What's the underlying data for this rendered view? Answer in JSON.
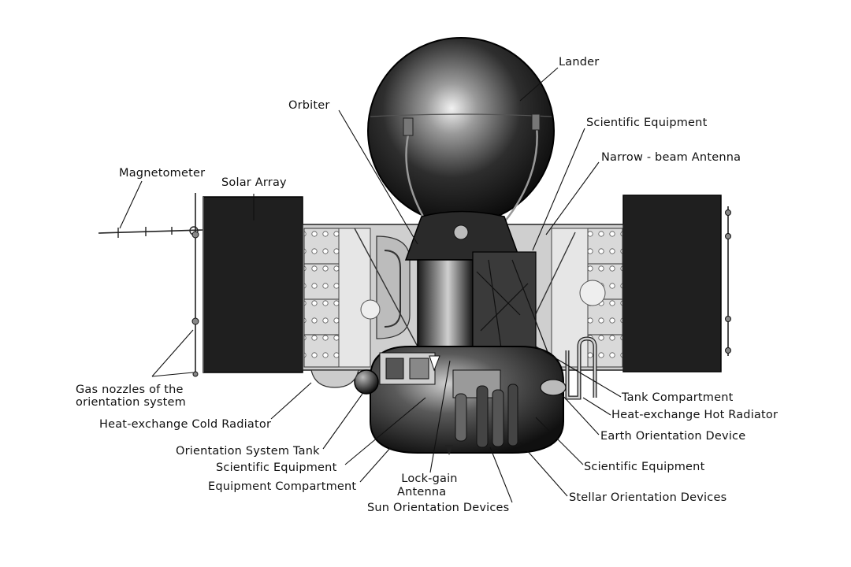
{
  "labels": {
    "lander": "Lander",
    "orbiter": "Orbiter",
    "scientific_equipment_top": "Scientific Equipment",
    "narrow_beam_antenna": "Narrow - beam  Antenna",
    "magnetometer": "Magnetometer",
    "solar_array": "Solar Array",
    "gas_nozzles_line1": "Gas nozzles of the",
    "gas_nozzles_line2": "orientation system",
    "heat_exchange_cold_radiator": "Heat-exchange Cold Radiator",
    "orientation_system_tank": "Orientation System Tank",
    "scientific_equipment_left": "Scientific  Equipment",
    "equipment_compartment": "Equipment  Compartment",
    "lock_gain_antenna_line1": "Lock-gain",
    "lock_gain_antenna_line2": "Antenna",
    "sun_orientation_devices": "Sun Orientation Devices",
    "tank_compartment": "Tank Compartment",
    "heat_exchange_hot_radiator": "Heat-exchange Hot Radiator",
    "earth_orientation_device": "Earth Orientation Device",
    "scientific_equipment_right": "Scientific  Equipment",
    "stellar_orientation_devices": "Stellar Orientation Devices"
  },
  "colors": {
    "ink": "#111111",
    "panel_dark": "#1f1f1f",
    "structure_gray": "#bdbdbd",
    "background": "#ffffff"
  }
}
